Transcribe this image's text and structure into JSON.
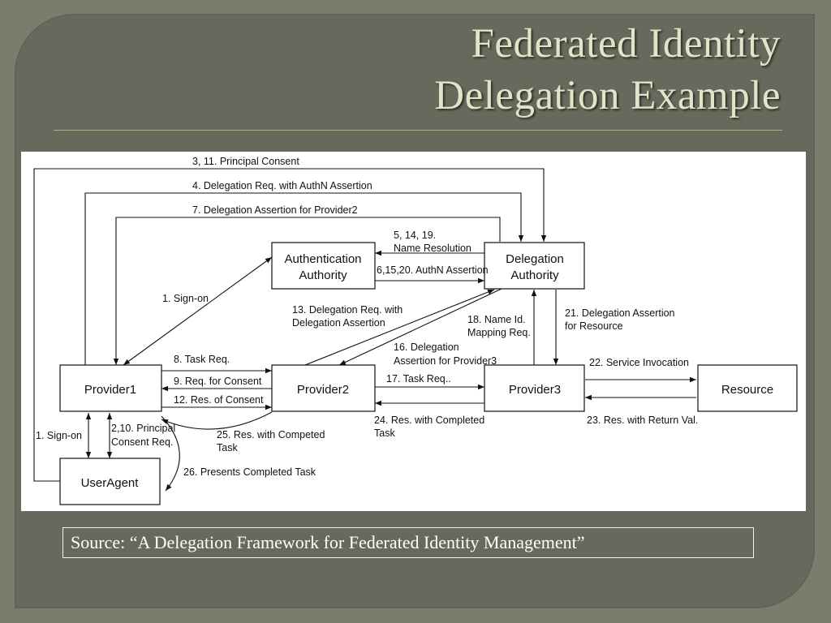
{
  "slide": {
    "title_line1": "Federated Identity",
    "title_line2": "Delegation Example",
    "source": "Source: “A Delegation Framework for Federated Identity Management”"
  },
  "diagram": {
    "boxes": {
      "authentication_authority_l1": "Authentication",
      "authentication_authority_l2": "Authority",
      "delegation_authority_l1": "Delegation",
      "delegation_authority_l2": "Authority",
      "provider1": "Provider1",
      "provider2": "Provider2",
      "provider3": "Provider3",
      "resource": "Resource",
      "useragent": "UserAgent"
    },
    "labels": {
      "principal_consent": "3, 11. Principal Consent",
      "delegation_req_authn": "4. Delegation Req. with AuthN Assertion",
      "delegation_assertion_p2": "7. Delegation Assertion for Provider2",
      "name_resolution_l1": "5, 14, 19.",
      "name_resolution_l2": "Name Resolution",
      "authn_assertion": "6,15,20. AuthN Assertion",
      "sign_on_1": "1. Sign-on",
      "delegation_req_with_l1": "13. Delegation Req. with",
      "delegation_req_with_l2": "Delegation Assertion",
      "name_id_l1": "18. Name Id.",
      "name_id_l2": "Mapping Req.",
      "delegation_assertion_resource_l1": "21. Delegation Assertion",
      "delegation_assertion_resource_l2": "for Resource",
      "delegation_assertion_p3_l1": "16. Delegation",
      "delegation_assertion_p3_l2": "Assertion for Provider3",
      "task_req_8": "8. Task Req.",
      "req_for_consent": "9. Req. for Consent",
      "res_of_consent": "12. Res. of Consent",
      "task_req_17": "17. Task Req..",
      "service_invocation": "22. Service Invocation",
      "res_return_val": "23. Res. with Return Val.",
      "res_completed_l1": "24. Res. with Completed",
      "res_completed_l2": "Task",
      "res_competed_l1": "25. Res. with Competed",
      "res_competed_l2": "Task",
      "principal_consent_req_l1": "2,10. Principal",
      "principal_consent_req_l2": "Consent Req.",
      "sign_on_left": "1. Sign-on",
      "presents_completed": "26. Presents Completed Task"
    }
  }
}
